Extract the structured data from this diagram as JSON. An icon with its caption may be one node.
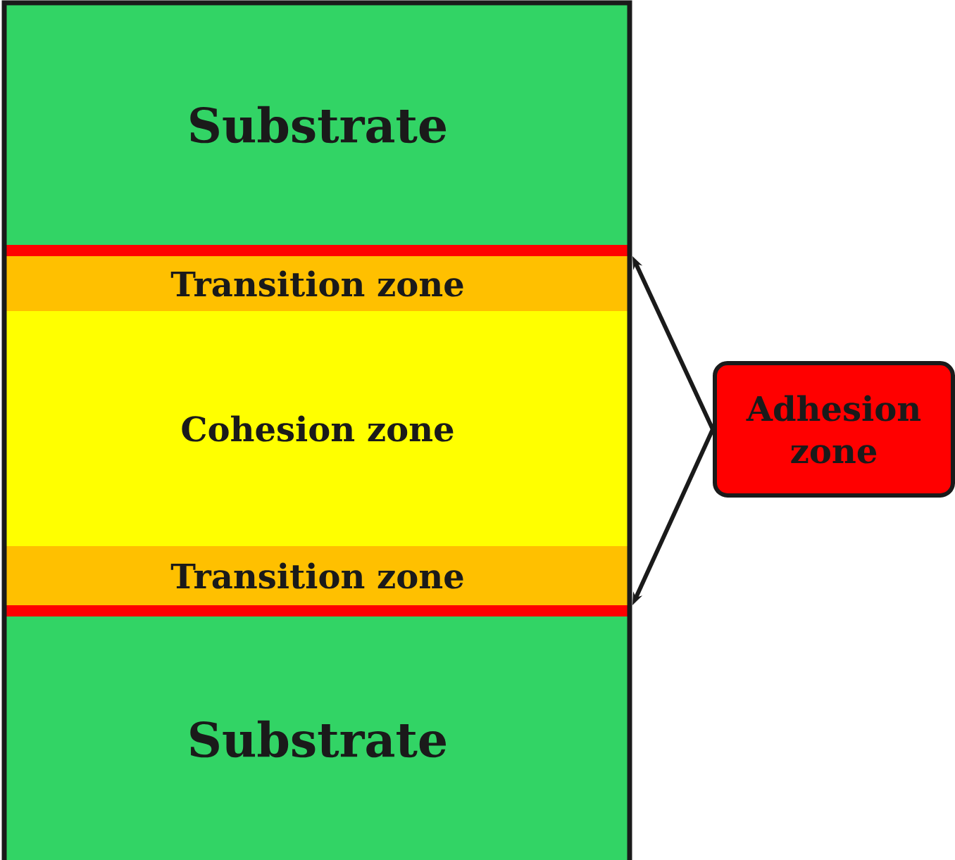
{
  "diagram": {
    "nodes": [
      {
        "text": [
          "Substrate"
        ]
      },
      {
        "text": [],
        "shape": "bar"
      },
      {
        "text": [
          "Transition zone"
        ]
      },
      {
        "text": [
          "Cohesion zone"
        ]
      },
      {
        "text": [
          "Transition zone"
        ]
      },
      {
        "text": [],
        "shape": "bar"
      },
      {
        "text": [
          "Substrate"
        ]
      },
      {
        "text": [
          "Adhesion zone"
        ]
      }
    ],
    "edges": [
      {
        "from": 7,
        "to": 1,
        "arrow": "to"
      },
      {
        "from": 7,
        "to": 5,
        "arrow": "to"
      }
    ]
  }
}
